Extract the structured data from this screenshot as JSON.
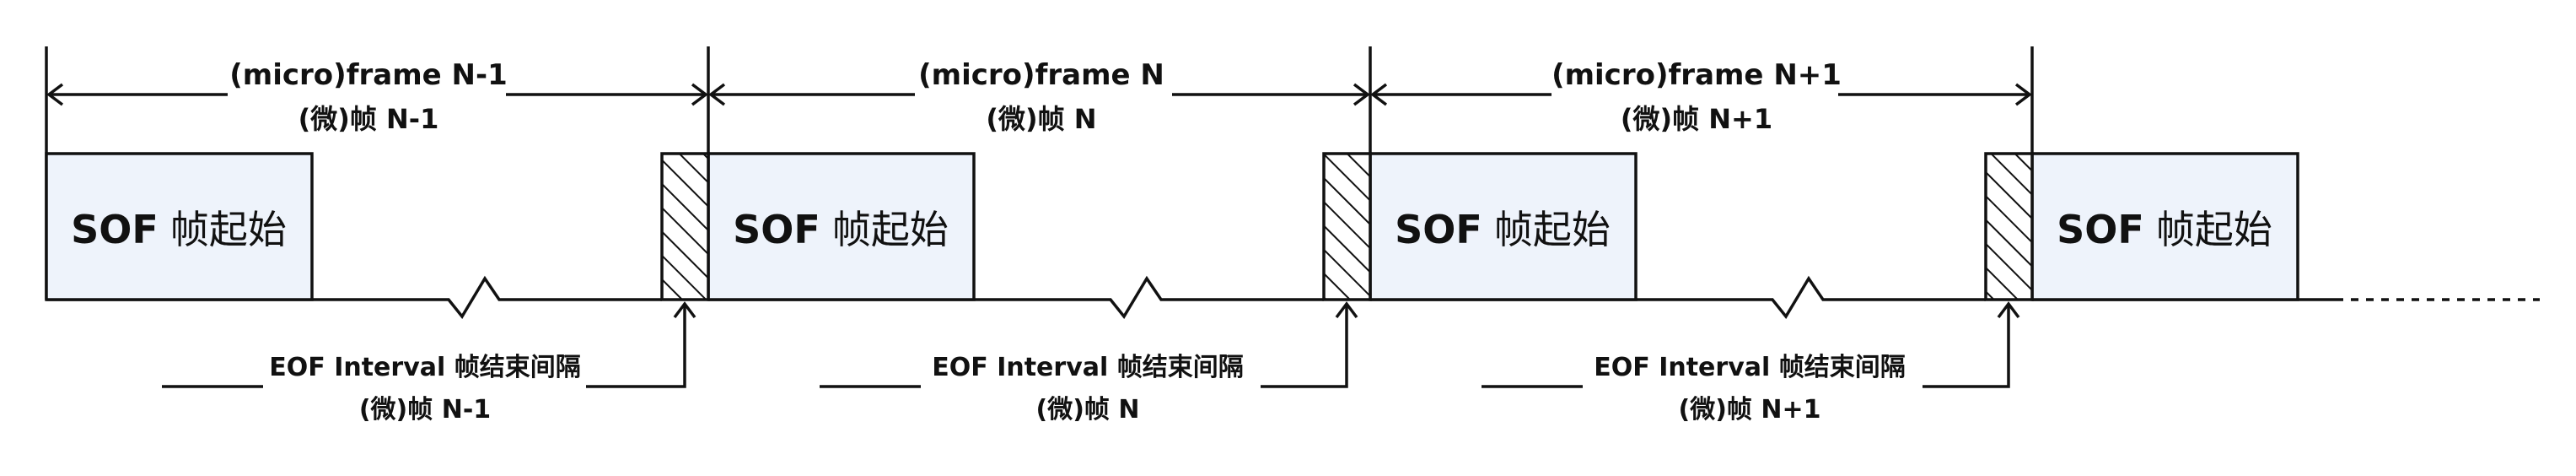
{
  "colors": {
    "line": "#111111",
    "box_fill": "#eef3fb",
    "background": "#ffffff"
  },
  "frames": [
    {
      "label_en": "(micro)frame N-1",
      "label_cn": "(微)帧 N-1",
      "sof_bold": "SOF",
      "sof_cn": "帧起始",
      "eof_label": "EOF Interval  帧结束间隔",
      "eof_cn": "(微)帧 N-1"
    },
    {
      "label_en": "(micro)frame N",
      "label_cn": "(微)帧 N",
      "sof_bold": "SOF",
      "sof_cn": "帧起始",
      "eof_label": "EOF Interval  帧结束间隔",
      "eof_cn": "(微)帧 N"
    },
    {
      "label_en": "(micro)frame N+1",
      "label_cn": "(微)帧 N+1",
      "sof_bold": "SOF",
      "sof_cn": "帧起始",
      "eof_label": "EOF Interval  帧结束间隔",
      "eof_cn": "(微)帧 N+1"
    }
  ],
  "last_sof": {
    "sof_bold": "SOF",
    "sof_cn": "帧起始"
  }
}
